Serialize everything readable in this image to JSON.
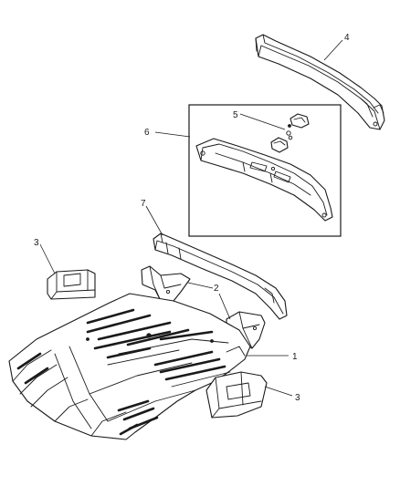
{
  "callouts": {
    "c1": "1",
    "c2": "2",
    "c3_left": "3",
    "c3_right": "3",
    "c4": "4",
    "c5": "5",
    "c6": "6",
    "c7": "7"
  },
  "colors": {
    "line": "#1a1a1a",
    "background": "#ffffff"
  }
}
